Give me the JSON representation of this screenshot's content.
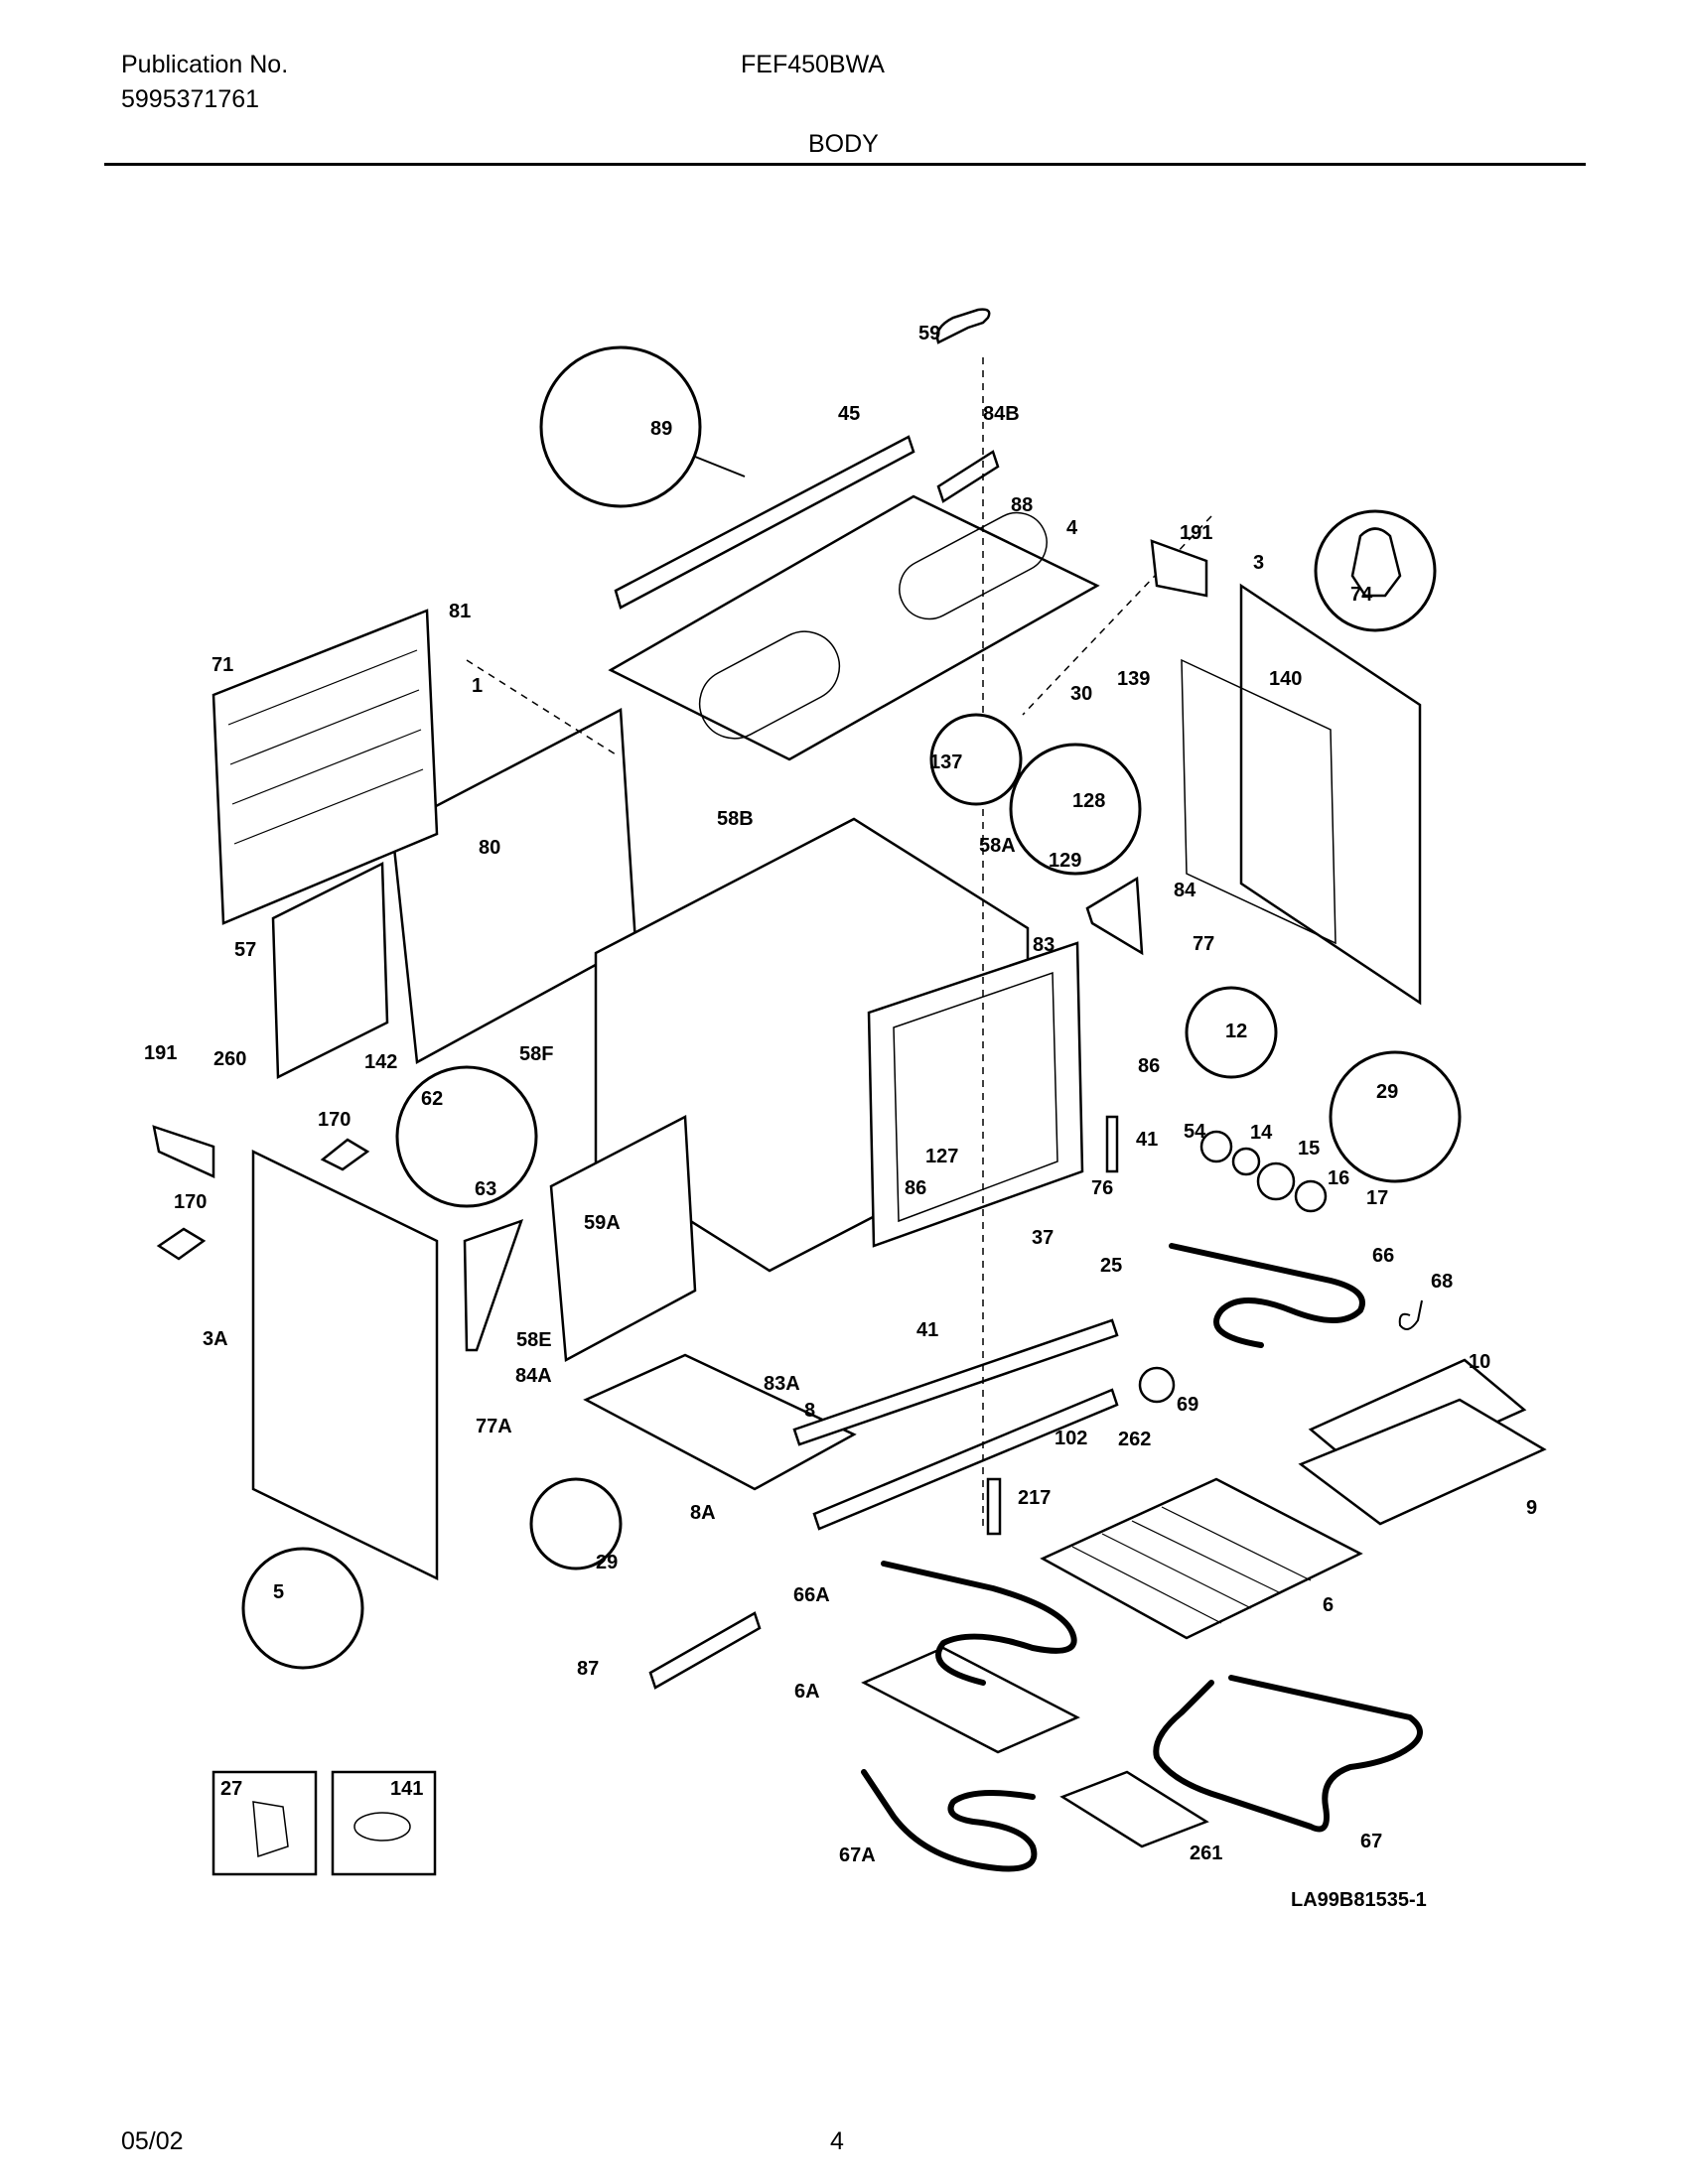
{
  "header": {
    "publication_label": "Publication No.",
    "publication_number": "5995371761",
    "model": "FEF450BWA",
    "section": "BODY"
  },
  "diagram": {
    "figure_code": "LA99B81535-1",
    "callouts": [
      "59",
      "89",
      "45",
      "84B",
      "88",
      "4",
      "191",
      "3",
      "74",
      "81",
      "71",
      "139",
      "30",
      "140",
      "1",
      "137",
      "128",
      "58B",
      "80",
      "58A",
      "129",
      "57",
      "84",
      "83",
      "77",
      "12",
      "191",
      "260",
      "142",
      "58F",
      "86",
      "29",
      "170",
      "62",
      "127",
      "54",
      "14",
      "15",
      "16",
      "17",
      "41",
      "63",
      "86",
      "76",
      "170",
      "59A",
      "37",
      "66",
      "25",
      "68",
      "3A",
      "58E",
      "84A",
      "41",
      "10",
      "83A",
      "8",
      "69",
      "77A",
      "102",
      "262",
      "9",
      "8A",
      "217",
      "29",
      "5",
      "66A",
      "6",
      "87",
      "6A",
      "27",
      "141",
      "67A",
      "261",
      "67"
    ]
  },
  "footer": {
    "date": "05/02",
    "page": "4"
  }
}
